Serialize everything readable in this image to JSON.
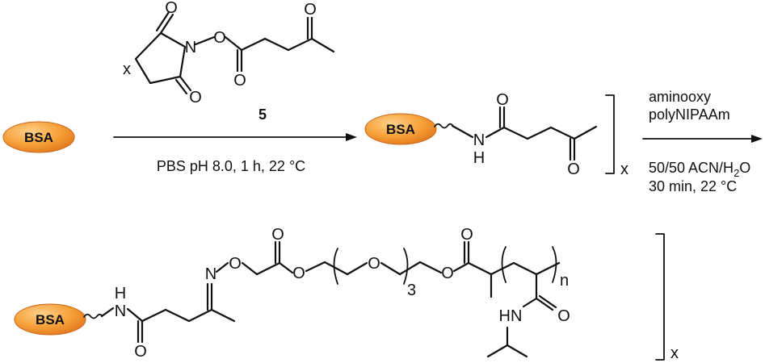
{
  "molecules": {
    "bsa_label": "BSA",
    "reagent_number": "5",
    "equiv_label": "x",
    "repeat_label": "x",
    "polymer_repeat": "n",
    "peg_repeat": "3"
  },
  "atoms": {
    "oxygen": "O",
    "nitrogen": "N",
    "nh_top": "H",
    "nh_bottom": "N",
    "amide_hn": "HN"
  },
  "step1": {
    "conditions": "PBS pH 8.0, 1 h, 22 °C"
  },
  "step2": {
    "reagent_line1": "aminooxy",
    "reagent_line2": "polyNIPAAm",
    "solvent_prefix": "50/50 ACN/H",
    "solvent_sub": "2",
    "solvent_suffix": "O",
    "time_temp": "30 min, 22 °C"
  },
  "colors": {
    "bsa_fill_light": "#ffd08a",
    "bsa_fill_mid": "#f7a13a",
    "bsa_fill_dark": "#e0761a"
  }
}
